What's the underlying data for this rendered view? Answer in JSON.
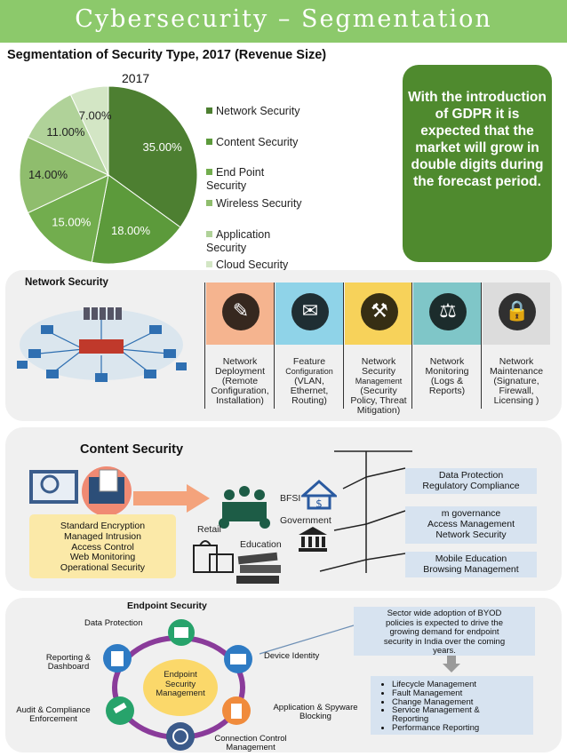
{
  "banner": {
    "title": "Cybersecurity – Segmentation"
  },
  "chart_data": {
    "type": "pie",
    "title": "Segmentation of Security Type, 2017 (Revenue Size)",
    "subtitle": "2017",
    "categories": [
      "Network Security",
      "Content Security",
      "End Point Security",
      "Wireless Security",
      "Application Security",
      "Cloud Security"
    ],
    "values": [
      35.0,
      18.0,
      15.0,
      14.0,
      11.0,
      7.0
    ],
    "data_labels": [
      "35.00%",
      "18.00%",
      "15.00%",
      "14.00%",
      "11.00%",
      "7.00%"
    ],
    "colors": [
      "#4d7f31",
      "#5c9a3b",
      "#72ad4e",
      "#8fbd6d",
      "#b0d299",
      "#d3e6c5"
    ],
    "legend": {
      "position": "right"
    }
  },
  "legend_lines": [
    [
      "Network Security"
    ],
    [
      "Content Security"
    ],
    [
      "End Point",
      "Security"
    ],
    [
      "Wireless Security"
    ],
    [
      "Application",
      "Security"
    ],
    [
      "Cloud Security"
    ]
  ],
  "gdpr": {
    "text": "With the introduction of GDPR it is expected that the market will grow in double digits during the forecast period."
  },
  "network": {
    "title": "Network Security",
    "columns": [
      {
        "icon": "signature-pen-icon",
        "bg": "#f5b48f",
        "label": [
          "Network",
          "Deployment",
          "(Remote",
          "Configuration,",
          "Installation)"
        ]
      },
      {
        "icon": "email-virus-icon",
        "bg": "#8fd3e8",
        "label": [
          "Feature",
          "Configuration",
          "(VLAN,",
          "Ethernet,",
          "Routing)"
        ]
      },
      {
        "icon": "mechanic-icon",
        "bg": "#f7d25a",
        "label": [
          "Network",
          "Security",
          "Management",
          "(Security",
          "Policy, Threat",
          "Mitigation)"
        ]
      },
      {
        "icon": "gavel-monitor-icon",
        "bg": "#7fc6c8",
        "label": [
          "Network",
          "Monitoring",
          "(Logs &",
          "Reports)"
        ]
      },
      {
        "icon": "padlock-icon",
        "bg": "#dcdcdc",
        "label": [
          "Network",
          "Maintenance",
          "(Signature,",
          "Firewall,",
          "Licensing )"
        ]
      }
    ]
  },
  "content": {
    "title": "Content Security",
    "features": [
      "Standard Encryption",
      "Managed Intrusion",
      "Access Control",
      "Web Monitoring",
      "Operational Security"
    ],
    "sectors": {
      "bfsi": "BFSI",
      "government": "Government",
      "retail": "Retail",
      "education": "Education"
    },
    "boxes": [
      [
        "Data Protection",
        "Regulatory Compliance"
      ],
      [
        "m governance",
        "Access Management",
        "Network Security"
      ],
      [
        "Mobile Education",
        "Browsing Management"
      ]
    ]
  },
  "endpoint": {
    "title": "Endpoint Security",
    "center": [
      "Endpoint",
      "Security",
      "Management"
    ],
    "ring": [
      {
        "label": [
          "Data Protection"
        ]
      },
      {
        "label": [
          "Device Identity"
        ]
      },
      {
        "label": [
          "Application & Spyware",
          "Blocking"
        ]
      },
      {
        "label": [
          "Connection Control",
          "Management"
        ]
      },
      {
        "label": [
          "Audit & Compliance",
          "Enforcement"
        ]
      },
      {
        "label": [
          "Reporting &",
          "Dashboard"
        ]
      }
    ],
    "byod": [
      "Sector wide adoption of BYOD",
      "policies is expected to drive the",
      "growing demand for endpoint",
      "security in India over the coming",
      "years."
    ],
    "list": [
      "Lifecycle Management",
      "Fault Management",
      "Change Management",
      "Service Management &",
      "Reporting",
      "Performance Reporting"
    ]
  }
}
